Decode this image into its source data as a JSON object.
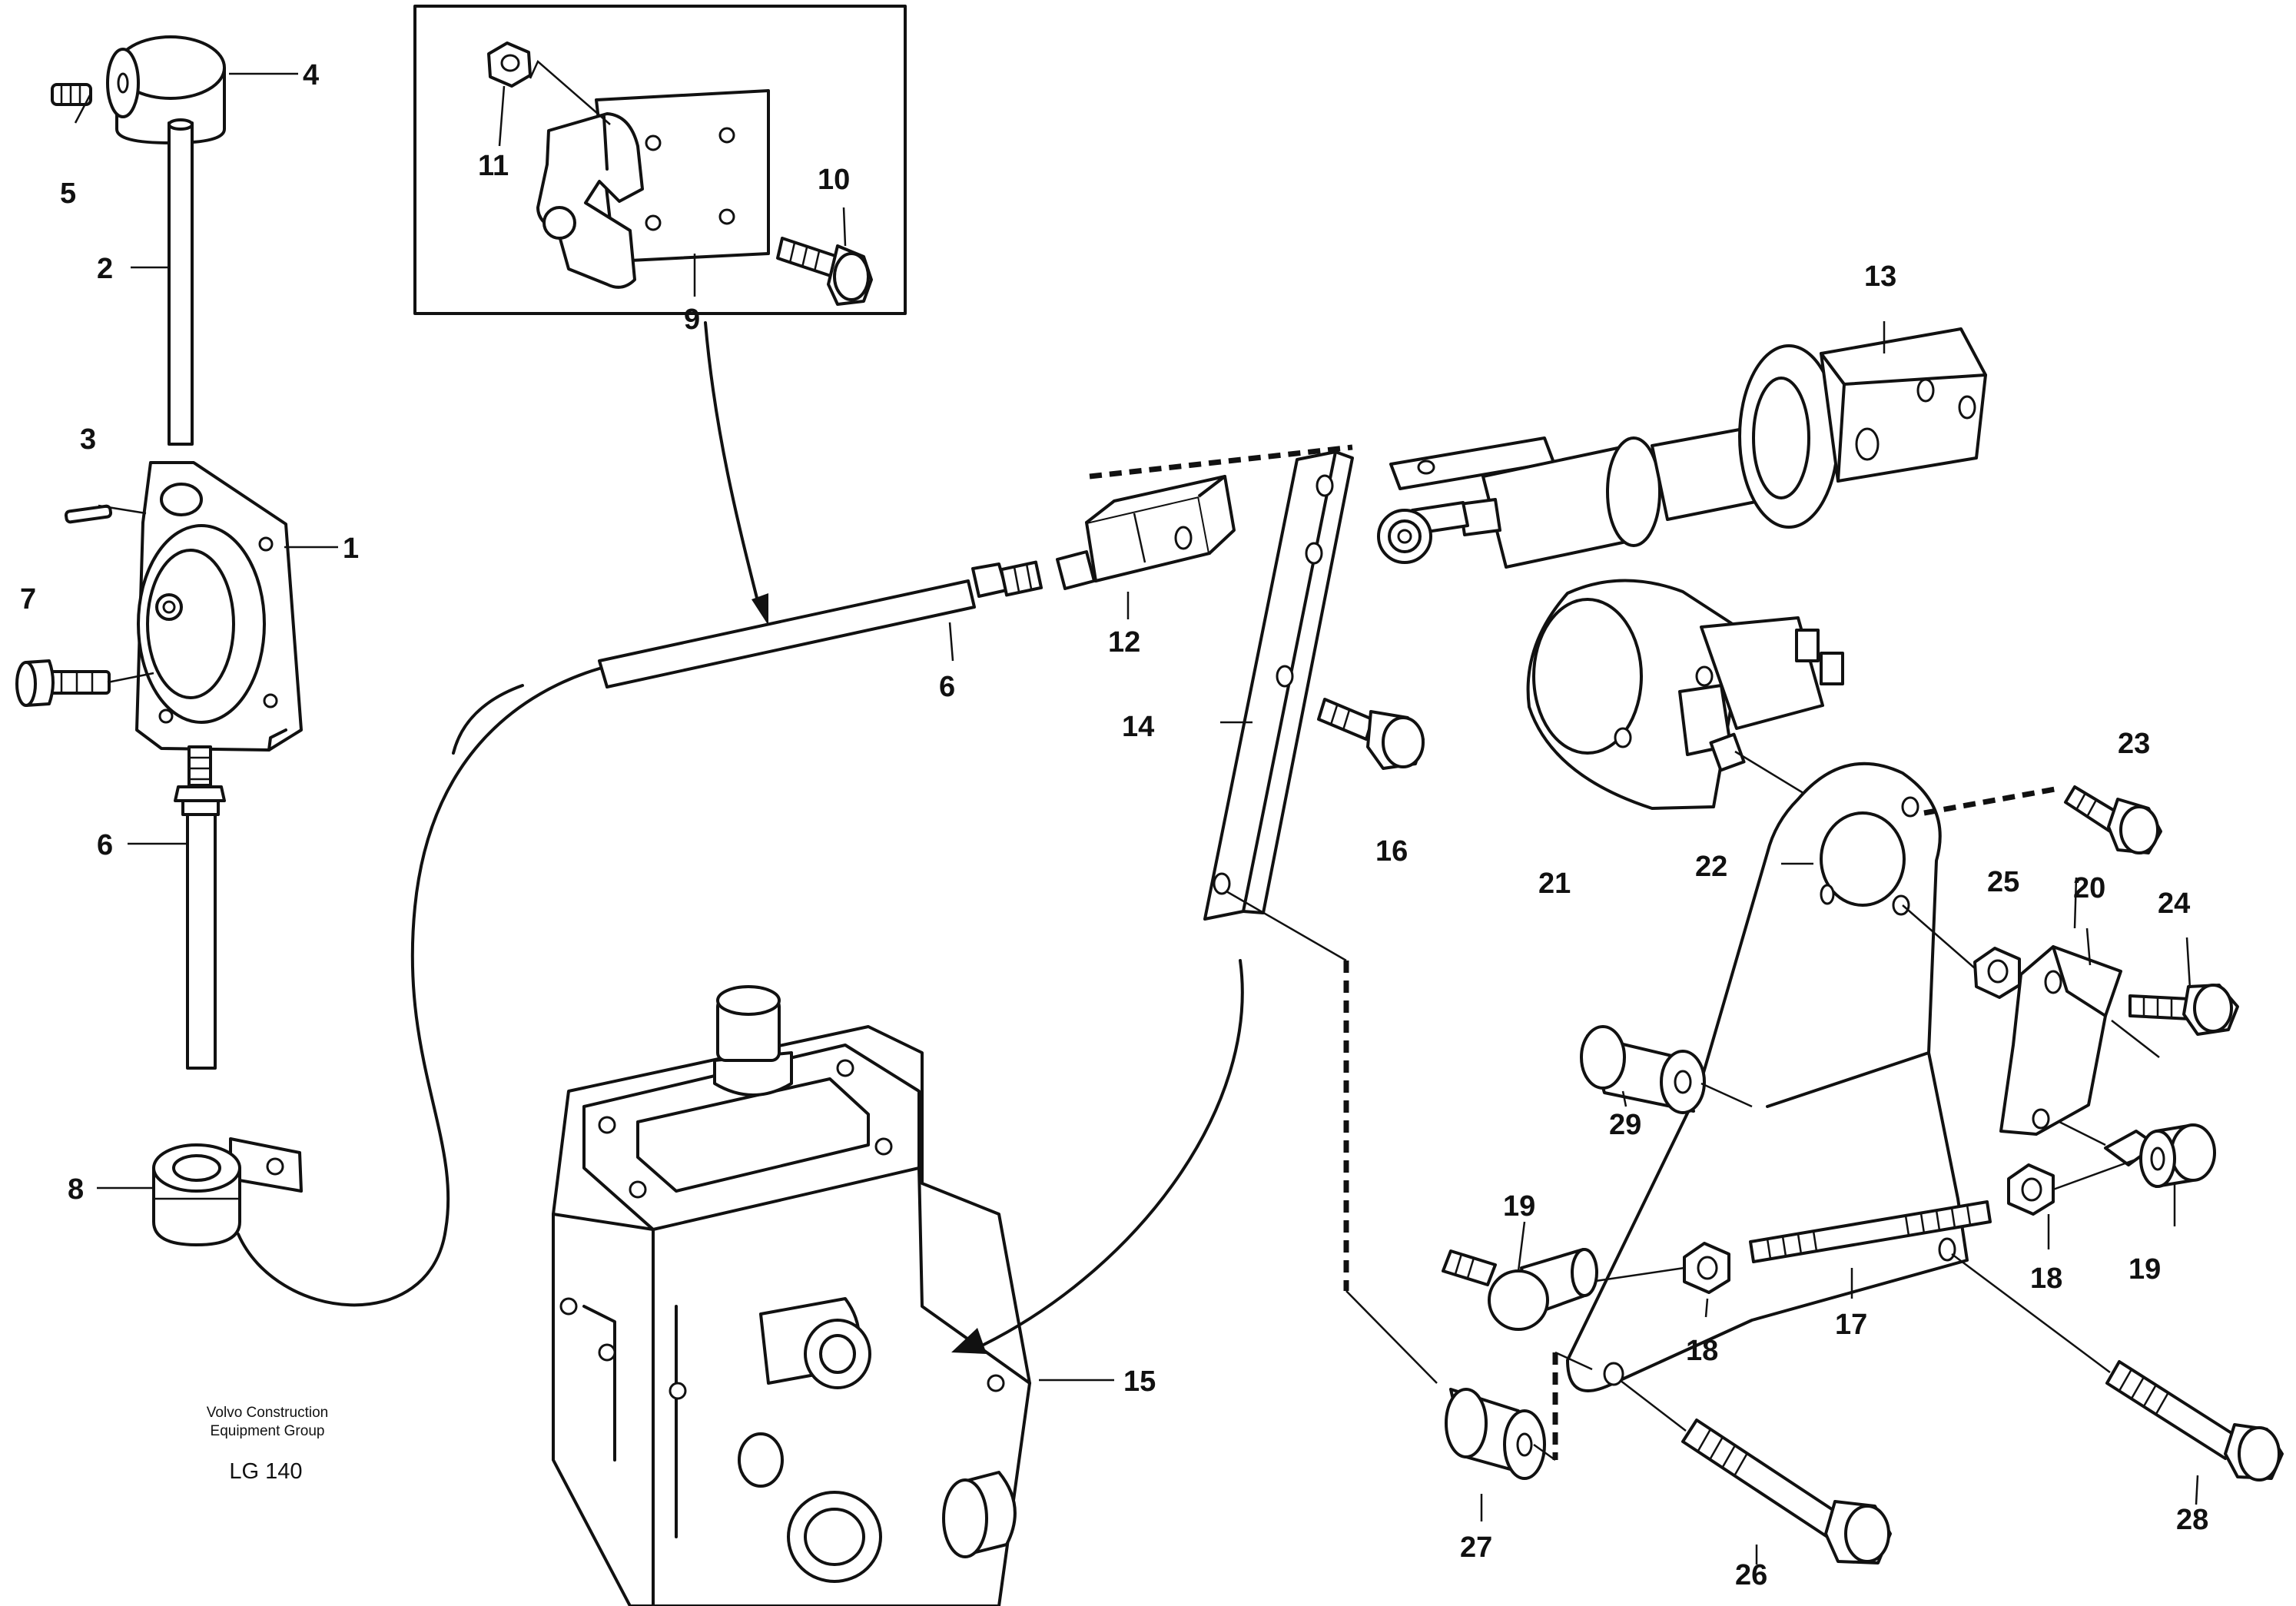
{
  "caption": {
    "line1": "Volvo Construction",
    "line2": "Equipment Group",
    "code": "LG 140"
  },
  "labels": {
    "p1": "1",
    "p2": "2",
    "p3": "3",
    "p4": "4",
    "p5": "5",
    "p6a": "6",
    "p6b": "6",
    "p7": "7",
    "p8": "8",
    "p9": "9",
    "p10": "10",
    "p11": "11",
    "p12": "12",
    "p13": "13",
    "p14": "14",
    "p15": "15",
    "p16": "16",
    "p17": "17",
    "p18a": "18",
    "p18b": "18",
    "p19a": "19",
    "p19b": "19",
    "p20": "20",
    "p21": "21",
    "p22": "22",
    "p23": "23",
    "p24": "24",
    "p25": "25",
    "p26": "26",
    "p27": "27",
    "p28": "28",
    "p29": "29"
  }
}
